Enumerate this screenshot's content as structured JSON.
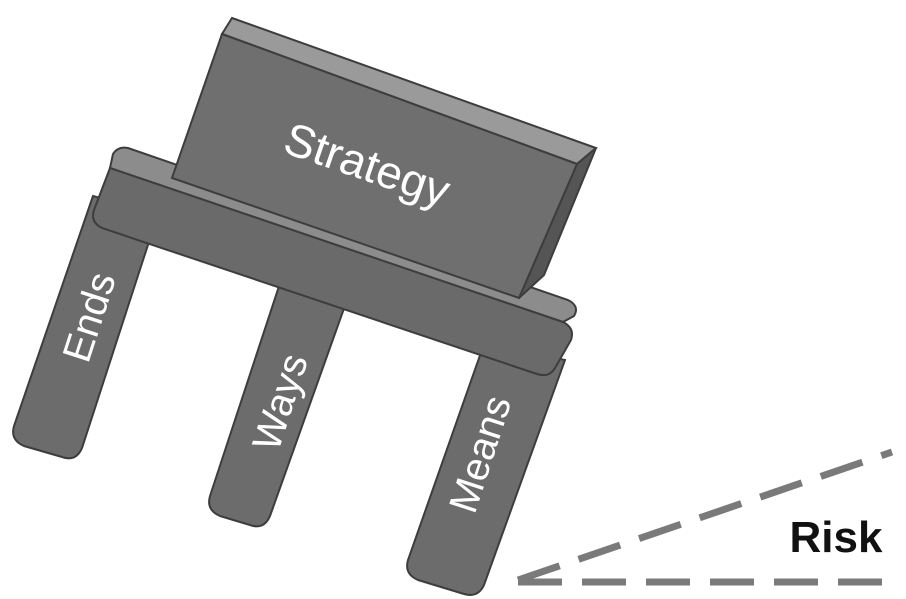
{
  "diagram": {
    "block_label": "Strategy",
    "legs": [
      {
        "label": "Ends"
      },
      {
        "label": "Ways"
      },
      {
        "label": "Means"
      }
    ],
    "risk_label": "Risk"
  },
  "colors": {
    "block_front": "#6f6f6f",
    "block_top": "#9a9a9a",
    "block_side": "#555555",
    "seat_front": "#6a6a6a",
    "seat_top": "#8c8c8c",
    "leg": "#6c6c6c",
    "outline": "#3d3d3d",
    "risk_dash": "#7a7a7a"
  }
}
